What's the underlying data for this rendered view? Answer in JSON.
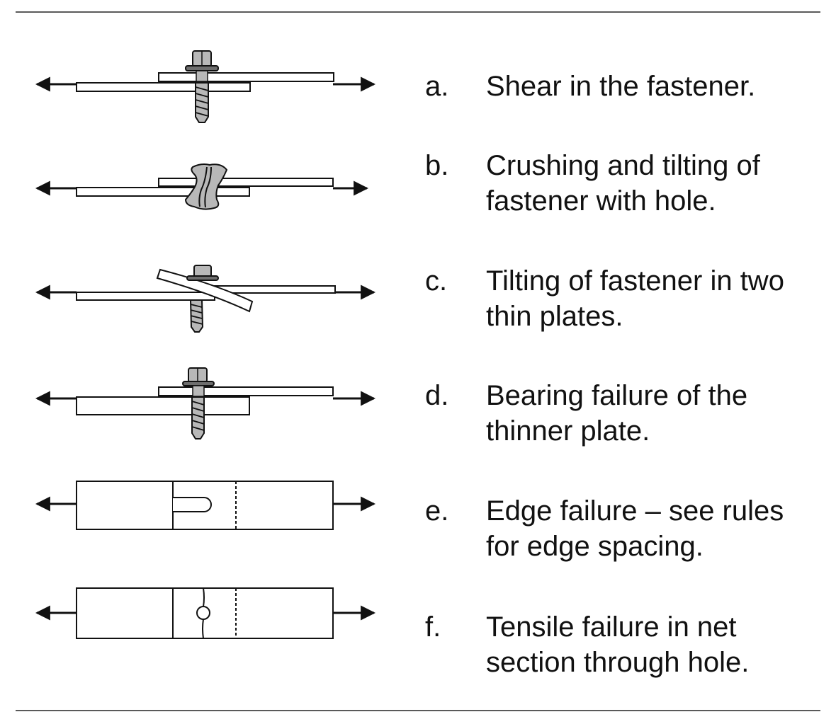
{
  "items": [
    {
      "letter": "a.",
      "lines": [
        "Shear in the fastener."
      ]
    },
    {
      "letter": "b.",
      "lines": [
        "Crushing and tilting of",
        "fastener with hole."
      ]
    },
    {
      "letter": "c.",
      "lines": [
        "Tilting of fastener in two",
        "thin plates."
      ]
    },
    {
      "letter": "d.",
      "lines": [
        "Bearing failure of the",
        "thinner plate."
      ]
    },
    {
      "letter": "e.",
      "lines": [
        "Edge failure – see rules",
        "for edge spacing."
      ]
    },
    {
      "letter": "f.",
      "lines": [
        "Tensile failure in net",
        "section through hole."
      ]
    }
  ],
  "colors": {
    "line": "#111111",
    "fastener": "#b8b8b8",
    "rule": "#5a5a5a"
  },
  "icons": [
    "arrow-left-icon",
    "arrow-right-icon",
    "screw-icon",
    "plate-icon",
    "hole-icon"
  ]
}
